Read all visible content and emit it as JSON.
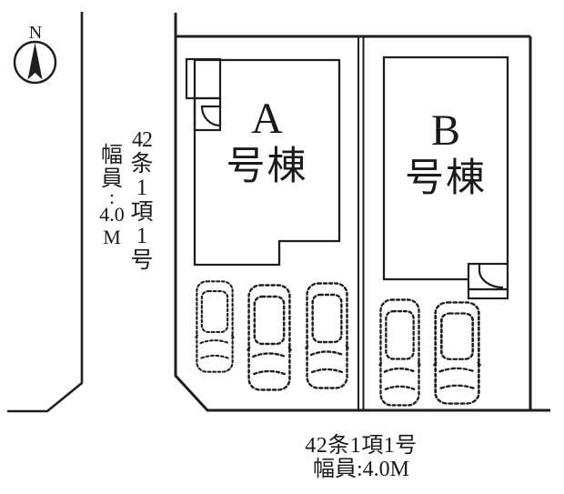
{
  "diagram": {
    "compass": {
      "label": "N"
    },
    "left_road_label": {
      "regulation_text": "42条1項1号",
      "regulation_chars": [
        "42",
        "条",
        "1",
        "項",
        "1",
        "号"
      ],
      "width_text": "幅員:4.0M",
      "width_chars": [
        "幅",
        "員",
        ":",
        "4.0",
        "M"
      ]
    },
    "bottom_road_label": {
      "regulation_text": "42条1項1号",
      "width_text": "幅員:4.0M"
    },
    "buildings": {
      "a": {
        "letter": "A",
        "suffix": "号棟",
        "full_name": "A号棟"
      },
      "b": {
        "letter": "B",
        "suffix": "号棟",
        "full_name": "B号棟"
      }
    },
    "parking": {
      "plot_a_car_count": 3,
      "plot_b_car_count": 2
    },
    "colors": {
      "line": "#1e1e1e",
      "background": "#ffffff"
    }
  }
}
